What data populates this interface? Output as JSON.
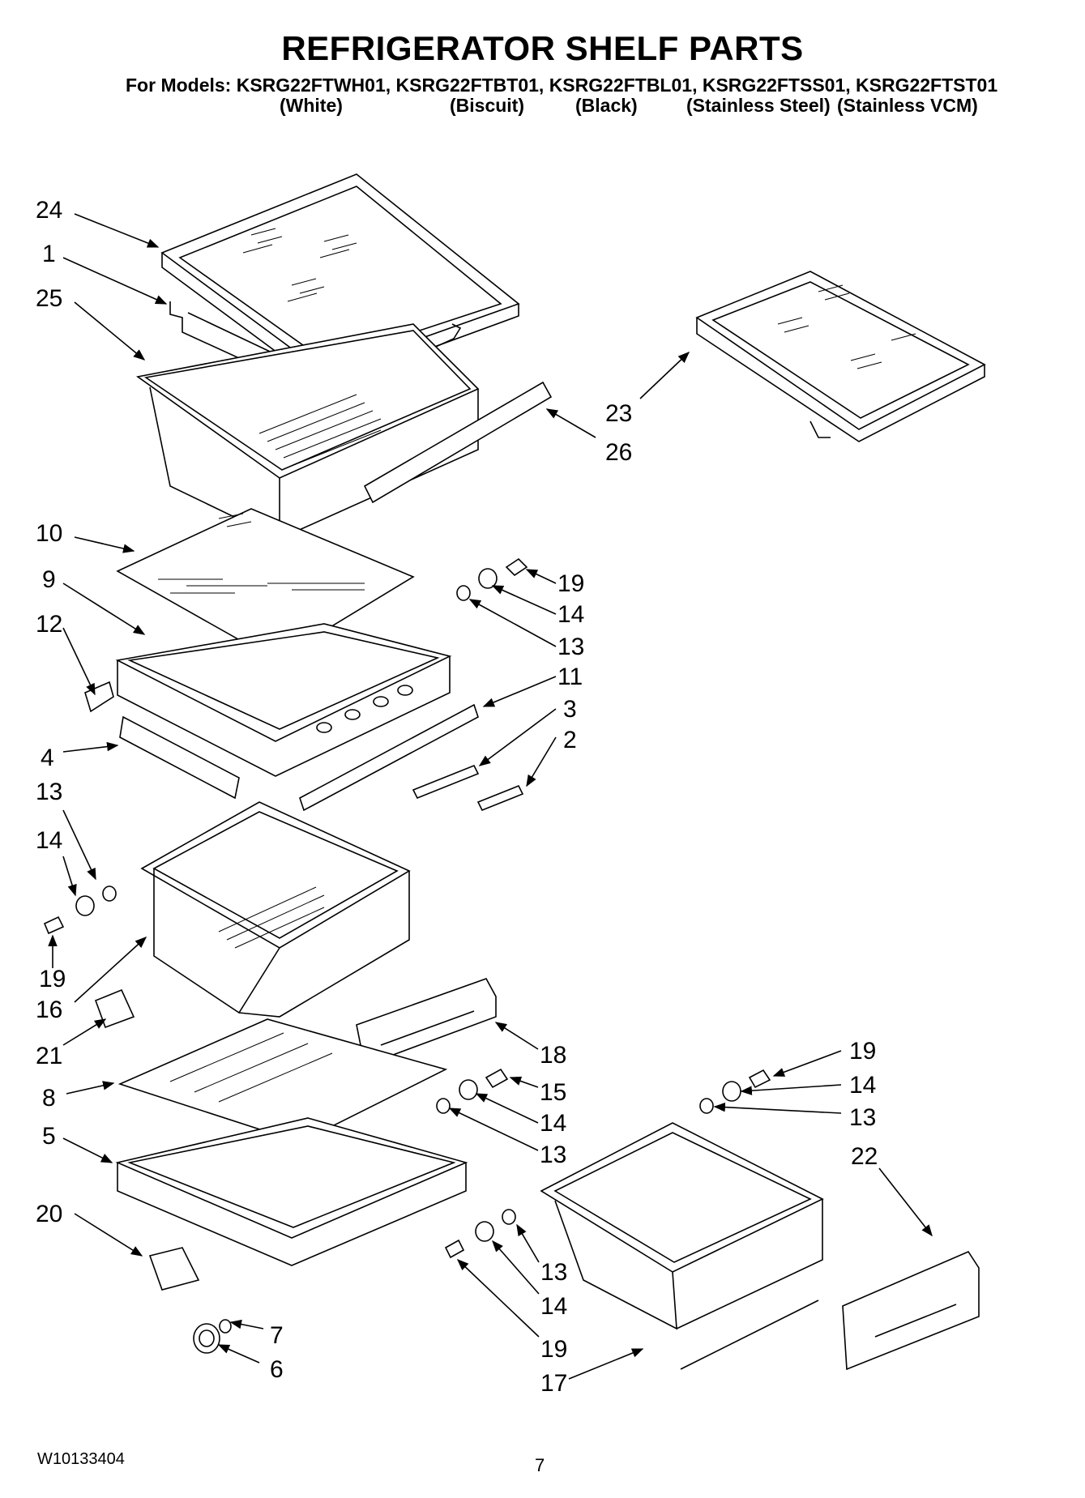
{
  "header": {
    "title": "REFRIGERATOR SHELF PARTS",
    "models_line": "For Models: KSRG22FTWH01, KSRG22FTBT01, KSRG22FTBL01, KSRG22FTSS01, KSRG22FTST01",
    "variants": [
      "(White)",
      "(Biscuit)",
      "(Black)",
      "(Stainless Steel)",
      "(Stainless VCM)"
    ]
  },
  "footer": {
    "document_number": "W10133404",
    "page_number": "7"
  },
  "callouts": {
    "c24": "24",
    "c1": "1",
    "c25": "25",
    "c23": "23",
    "c26": "26",
    "c10": "10",
    "c9": "9",
    "c12": "12",
    "c19a": "19",
    "c14a": "14",
    "c13a": "13",
    "c11": "11",
    "c3": "3",
    "c2": "2",
    "c4": "4",
    "c13b": "13",
    "c14b": "14",
    "c19b": "19",
    "c16": "16",
    "c21": "21",
    "c18": "18",
    "c8": "8",
    "c5": "5",
    "c15": "15",
    "c14c": "14",
    "c13c": "13",
    "c19c": "19",
    "c14d": "14",
    "c13d": "13",
    "c22": "22",
    "c20": "20",
    "c7": "7",
    "c6": "6",
    "c13e": "13",
    "c14e": "14",
    "c19d": "19",
    "c17": "17"
  }
}
